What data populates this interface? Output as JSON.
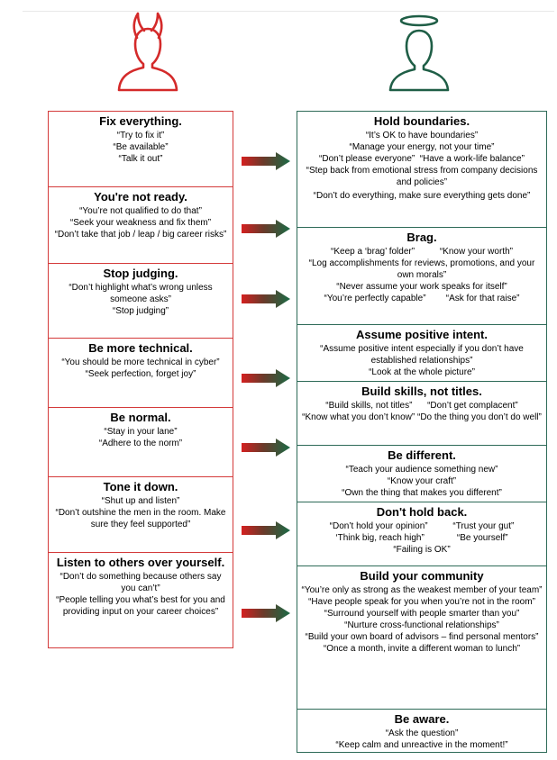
{
  "colors": {
    "devil": "#d42a2a",
    "angel": "#1f5e46",
    "red_border": "#d43a3a",
    "green_border": "#2d6a57"
  },
  "icons": {
    "left": "devil-head-icon",
    "right": "angel-halo-head-icon",
    "connector": "gradient-arrow-icon"
  },
  "left_boxes": [
    {
      "title": "Fix everything.",
      "lines": [
        "“Try to fix it”",
        "“Be available”",
        "“Talk it out”"
      ]
    },
    {
      "title": "You're not ready.",
      "lines": [
        "“You’re not qualified to do that”",
        "“Seek your weakness and fix them”",
        "“Don’t take that job / leap / big career risks”"
      ]
    },
    {
      "title": "Stop judging.",
      "lines": [
        "“Don’t highlight what’s wrong unless someone asks”",
        "“Stop judging”"
      ]
    },
    {
      "title": "Be more technical.",
      "lines": [
        "“You should be more technical in cyber”",
        "“Seek perfection, forget joy”"
      ]
    },
    {
      "title": "Be normal.",
      "lines": [
        "“Stay in your lane”",
        "“Adhere to the norm”"
      ]
    },
    {
      "title": "Tone it down.",
      "lines": [
        "“Shut up and listen”",
        "“Don’t outshine the men in the room. Make sure they feel supported”"
      ]
    },
    {
      "title": "Listen to others over yourself.",
      "lines": [
        "“Don’t do something because others say you can’t”",
        "“People telling you what’s best for you and providing input on your career choices”"
      ]
    }
  ],
  "right_boxes": [
    {
      "title": "Hold boundaries.",
      "lines": [
        "“It’s OK to have boundaries”",
        "“Manage your energy, not your time”",
        "“Don’t please everyone”  “Have a work-life balance”",
        "“Step back from emotional stress from company decisions and policies”",
        "“Don’t do everything, make sure everything gets done”"
      ]
    },
    {
      "title": "Brag.",
      "lines": [
        "“Keep a ‘brag’ folder”          “Know your worth”",
        "“Log accomplishments for reviews, promotions, and your own morals”",
        "“Never assume your work speaks for itself”",
        "“You’re perfectly capable”        “Ask for that raise”"
      ]
    },
    {
      "title": "Assume positive intent.",
      "lines": [
        "“Assume positive intent especially if you don’t have established relationships”",
        "“Look at the whole picture”"
      ]
    },
    {
      "title": "Build skills, not titles.",
      "lines": [
        "“Build skills, not titles”      “Don’t get complacent”",
        "“Know what you don’t know” “Do the thing you don’t do well”"
      ]
    },
    {
      "title": "Be different.",
      "lines": [
        "“Teach your audience something new”",
        "“Know your craft”",
        "“Own the thing that makes you different”"
      ]
    },
    {
      "title": "Don't hold back.",
      "lines": [
        "“Don’t hold your opinion”          “Trust your gut”",
        "‘Think big, reach high”             “Be yourself”",
        "“Failing is OK”"
      ]
    },
    {
      "title": "Build your community",
      "lines": [
        "“You’re only as strong as the weakest member of your team”",
        "“Have people speak for you when you’re not in the room”",
        "“Surround yourself with people smarter than you”",
        "“Nurture cross-functional relationships”",
        "“Build your own board of advisors – find personal mentors”",
        "“Once a month, invite a different woman to lunch”"
      ]
    },
    {
      "title": "Be aware.",
      "lines": [
        "“Ask the question”",
        "“Keep calm and unreactive in the moment!”"
      ]
    }
  ]
}
